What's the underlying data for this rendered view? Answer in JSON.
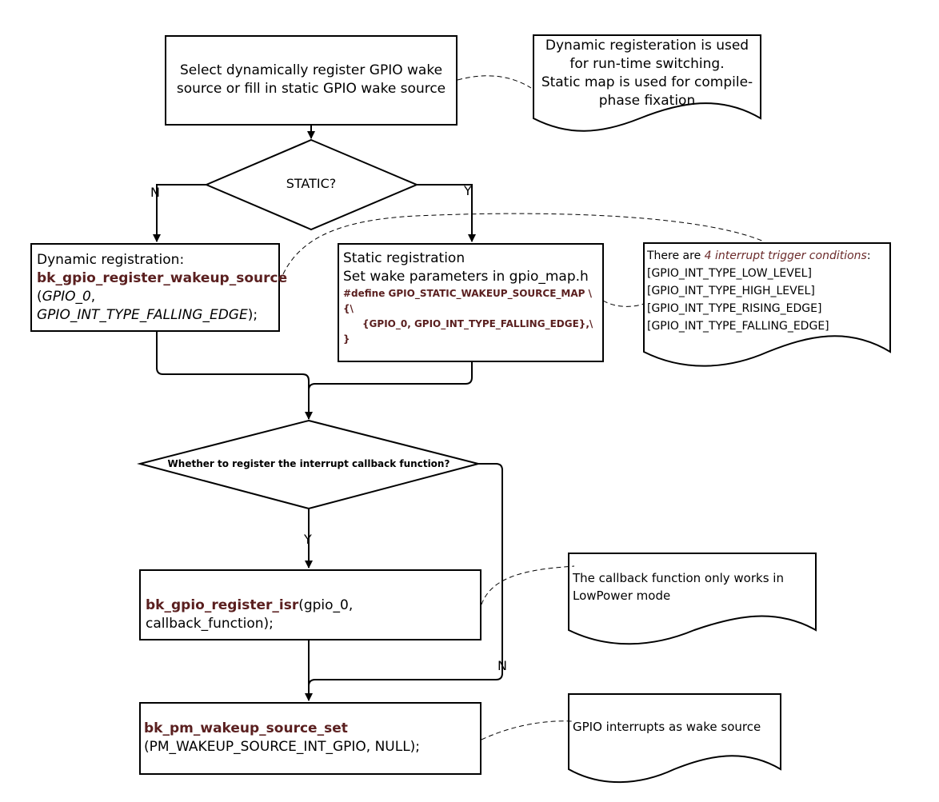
{
  "start_box": {
    "text": "Select dynamically register GPIO wake source or fill in static GPIO wake source"
  },
  "note_dynamic_static": {
    "line1": "Dynamic registeration is used for run-time switching.",
    "line2": "Static map is used for compile-phase fixation"
  },
  "decision_static": {
    "text": "STATIC?",
    "no_label": "N",
    "yes_label": "Y"
  },
  "dynamic_box": {
    "title": "Dynamic registration:",
    "func": "bk_gpio_register_wakeup_source",
    "arg_open": "(",
    "arg1": "GPIO_0",
    "comma": ",",
    "arg2": "GPIO_INT_TYPE_FALLING_EDGE",
    "close": ");"
  },
  "static_box": {
    "title": "Static registration",
    "subtitle": "Set wake parameters in gpio_map.h",
    "code1": "#define GPIO_STATIC_WAKEUP_SOURCE_MAP  \\",
    "code2": "{\\",
    "code3": "{GPIO_0, GPIO_INT_TYPE_FALLING_EDGE},\\",
    "code4": "}"
  },
  "note_trigger": {
    "prefix": "There are ",
    "accent": "4 interrupt trigger conditions",
    "suffix": ":",
    "items": [
      "[GPIO_INT_TYPE_LOW_LEVEL]",
      "[GPIO_INT_TYPE_HIGH_LEVEL]",
      "[GPIO_INT_TYPE_RISING_EDGE]",
      "[GPIO_INT_TYPE_FALLING_EDGE]"
    ]
  },
  "decision_callback": {
    "text": "Whether to register the interrupt callback function?",
    "yes_label": "Y",
    "no_label": "N"
  },
  "isr_box": {
    "func": "bk_gpio_register_isr",
    "args": "(gpio_0, callback_function);"
  },
  "note_callback": {
    "text": "The callback function only works in LowPower mode"
  },
  "pm_box": {
    "func": "bk_pm_wakeup_source_set",
    "args": "(PM_WAKEUP_SOURCE_INT_GPIO, NULL);"
  },
  "note_pm": {
    "text": "GPIO interrupts as wake source"
  }
}
